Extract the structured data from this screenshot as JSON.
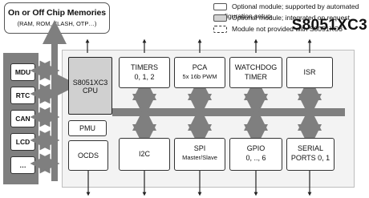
{
  "memory": {
    "title": "On or Off Chip Memories",
    "subtitle": "(RAM, ROM, FLASH, OTP…)"
  },
  "legend": [
    {
      "style": "white",
      "text": "Optional module; supported by automated configuration setup"
    },
    {
      "style": "gray",
      "text": "Optional module; integrated on request"
    },
    {
      "style": "dashed",
      "text": "Module not provided with S8051XC3"
    }
  ],
  "brand": "S8051XC3",
  "external_peripherals": [
    "MDU",
    "RTC",
    "CAN",
    "LCD",
    "…"
  ],
  "cpu": {
    "line1": "S8051XC3",
    "line2": "CPU"
  },
  "pmu": "PMU",
  "ocds": "OCDS",
  "top_modules": [
    {
      "line1": "TIMERS",
      "line2": "0, 1, 2"
    },
    {
      "line1": "PCA",
      "line2": "5x 16b PWM"
    },
    {
      "line1": "WATCHDOG",
      "line2": "TIMER"
    },
    {
      "line1": "ISR",
      "line2": ""
    }
  ],
  "bottom_modules": [
    {
      "line1": "I2C",
      "line2": ""
    },
    {
      "line1": "SPI",
      "line2": "Master/Slave"
    },
    {
      "line1": "GPIO",
      "line2": "0, .., 6"
    },
    {
      "line1": "SERIAL",
      "line2": "PORTS 0, 1"
    }
  ],
  "colors": {
    "panel": "#f3f3f3",
    "bus": "#7f7f7f",
    "gray_module": "#d3d3d3"
  }
}
